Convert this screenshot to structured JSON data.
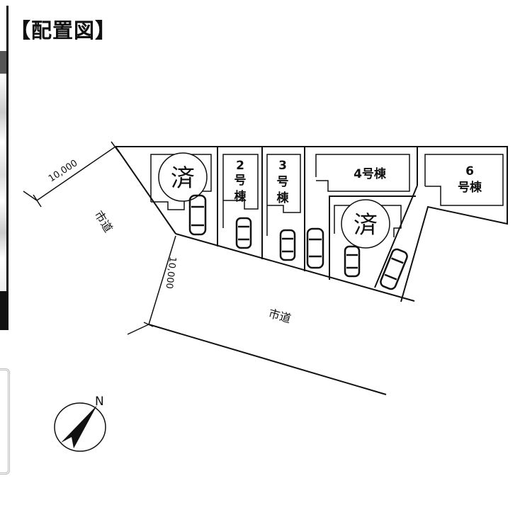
{
  "title": "【配置図】",
  "dimensions": {
    "top": "10,000",
    "left": "10,000"
  },
  "roads": {
    "upper": "市道",
    "lower": "市道"
  },
  "lots": {
    "lot1_status": "済",
    "lot2": {
      "num": "2",
      "kigo": "号",
      "bldg": "棟"
    },
    "lot3": {
      "num": "3",
      "kigo": "号",
      "bldg": "棟"
    },
    "lot4": "4号棟",
    "lot5_status": "済",
    "lot6": {
      "num": "6",
      "label": "号棟"
    }
  },
  "compass": {
    "north": "N"
  }
}
